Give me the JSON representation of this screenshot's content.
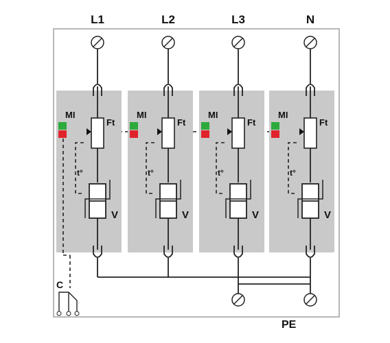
{
  "phases": [
    {
      "label": "L1",
      "indicator_label": "MI",
      "fuse_label": "Ft",
      "thermal_label": "t°",
      "varistor_label": "V"
    },
    {
      "label": "L2",
      "indicator_label": "MI",
      "fuse_label": "Ft",
      "thermal_label": "t°",
      "varistor_label": "V"
    },
    {
      "label": "L3",
      "indicator_label": "MI",
      "fuse_label": "Ft",
      "thermal_label": "t°",
      "varistor_label": "V"
    },
    {
      "label": "N",
      "indicator_label": "MI",
      "fuse_label": "Ft",
      "thermal_label": "t°",
      "varistor_label": "V"
    }
  ],
  "contact_label": "C",
  "ground_label": "PE",
  "colors": {
    "module": "#c9c9c9",
    "indicator_ok": "#2eaa3c",
    "indicator_fault": "#e0232a",
    "line": "#222222"
  }
}
